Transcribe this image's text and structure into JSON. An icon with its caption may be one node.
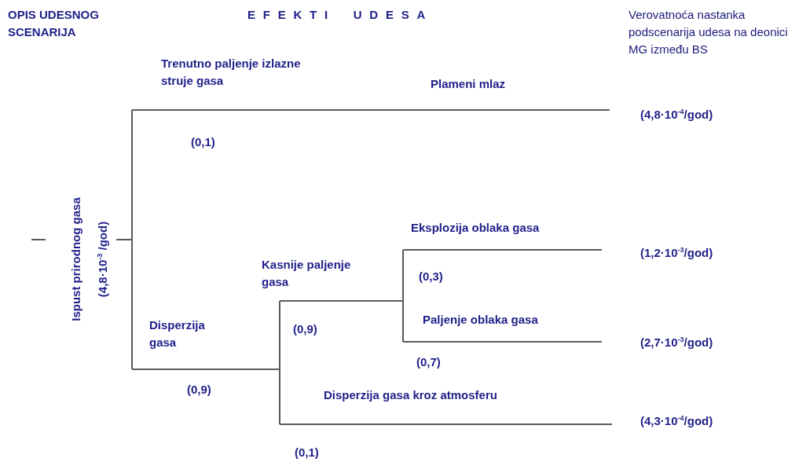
{
  "diagram": {
    "labels": [
      "OPIS UDESNOG SCENARIJA",
      "EFEKTI UDESA",
      "Verovatnoća nastanka podscenarija udesa na deonici MG između BS",
      "Trenutno paljenje izlazne struje gasa",
      "Plameni mlaz",
      "(4,8·10$^{-4}$/god)",
      "(0,1)",
      "Eksplozija oblaka gasa",
      "Ispust prirodnog gasa",
      "(4,8·10$^{-3}$ /god)",
      "(1,2·10$^{-3}$/god)",
      "Kasnije paljenje gasa",
      "(0,3)",
      "Paljenje oblaka gasa",
      "Disperzija gasa",
      "(0,9)",
      "(2,7·10$^{-3}$/god)",
      "(0,7)",
      "(0,9)",
      "Disperzija gasa kroz atmosferu",
      "(4,3·10$^{-4}$/god)",
      "(0,1)"
    ]
  }
}
